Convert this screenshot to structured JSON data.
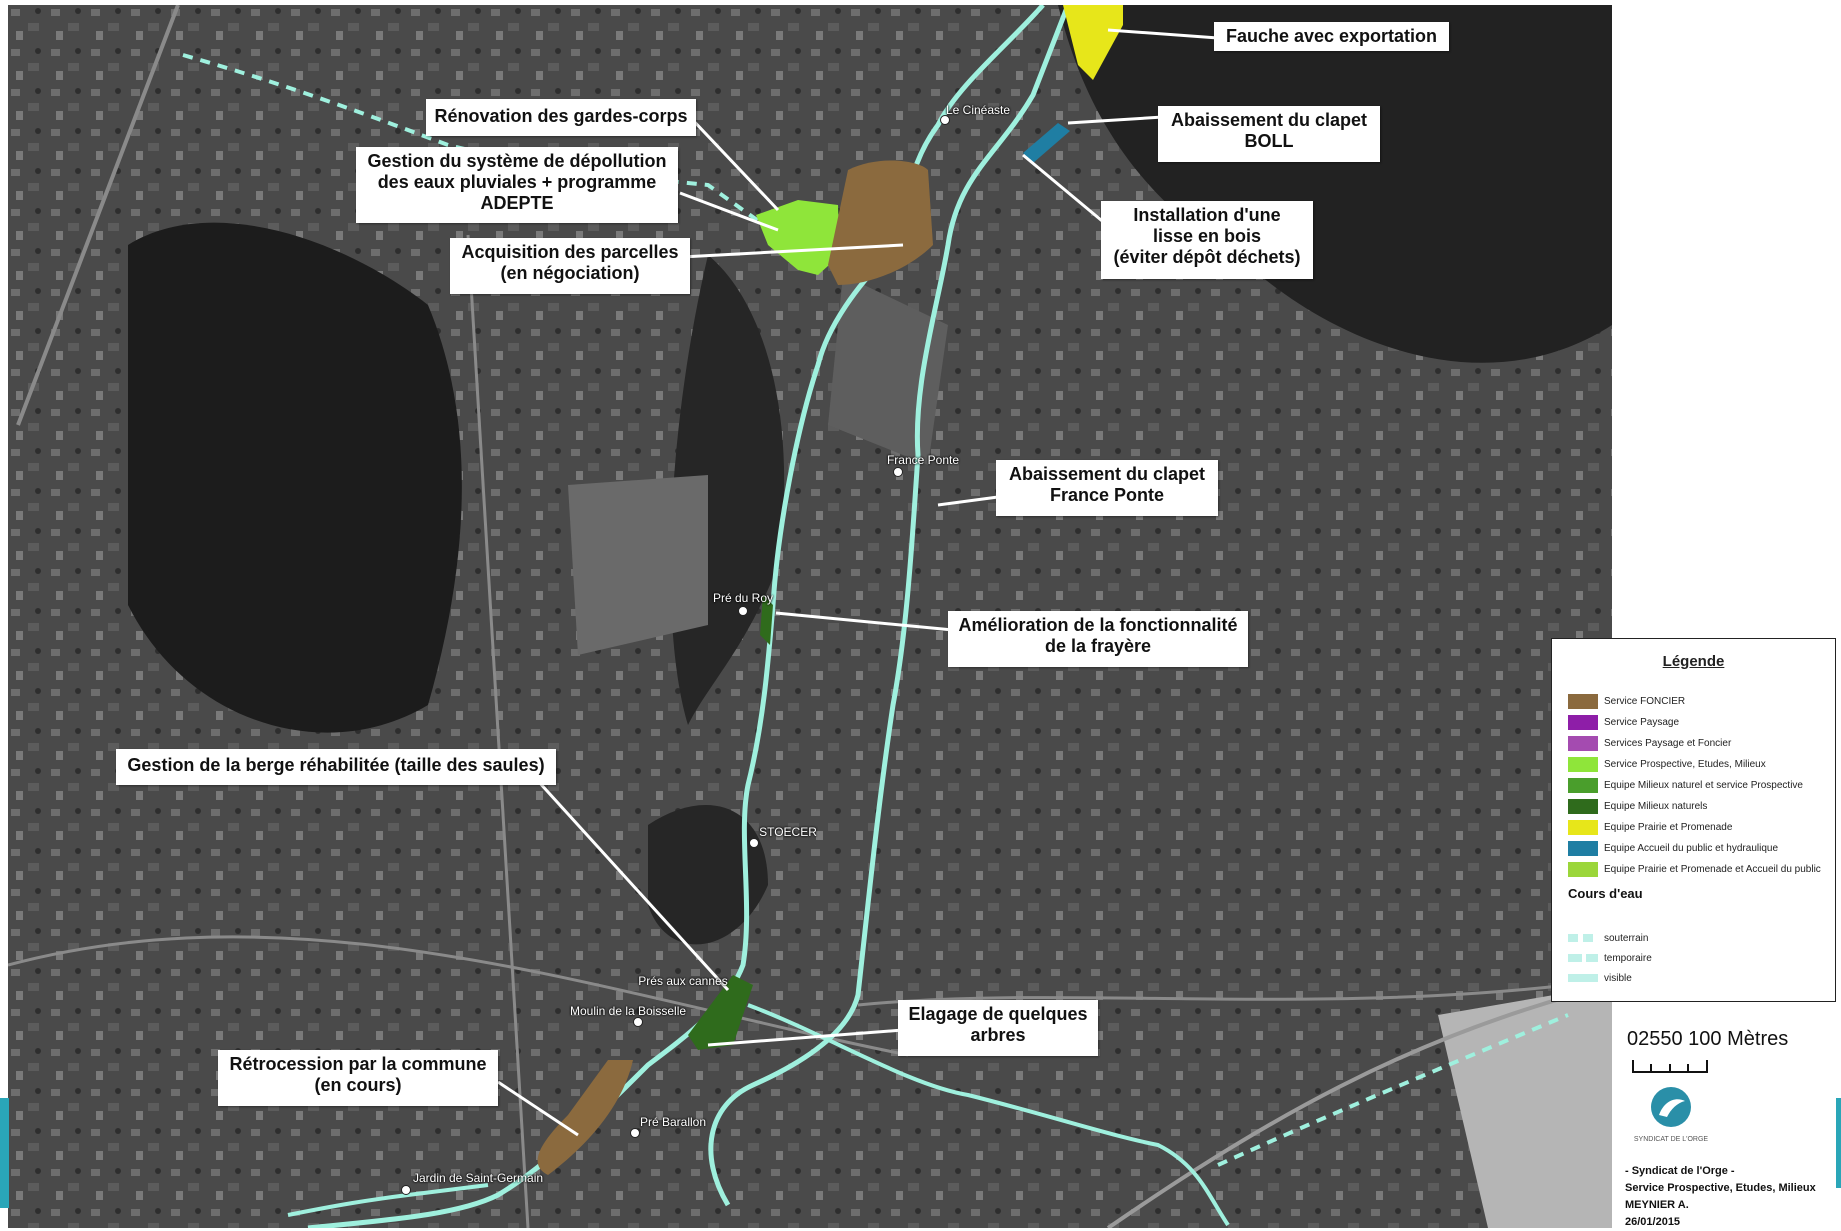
{
  "callouts": {
    "fauche": [
      "Fauche avec exportation"
    ],
    "clapet_boll": [
      "Abaissement du clapet",
      "BOLL"
    ],
    "gardes_corps": [
      "Rénovation des gardes-corps"
    ],
    "depollution": [
      "Gestion du système de dépollution",
      "des eaux pluviales + programme",
      "ADEPTE"
    ],
    "acquisition": [
      "Acquisition des parcelles",
      "(en négociation)"
    ],
    "lisse": [
      "Installation d'une",
      "lisse en bois",
      "(éviter dépôt déchets)"
    ],
    "clapet_france": [
      "Abaissement du clapet",
      "France Ponte"
    ],
    "frayere": [
      "Amélioration de la fonctionnalité",
      "de la frayère"
    ],
    "berge": [
      "Gestion de la berge réhabilitée (taille des saules)"
    ],
    "elagage": [
      "Elagage de quelques",
      "arbres"
    ],
    "retrocession": [
      "Rétrocession par la commune",
      "(en cours)"
    ]
  },
  "places": {
    "cineaste": "Le Cinéaste",
    "france_ponte": "France Ponte",
    "pre_du_roy": "Pré du Roy",
    "stoecer": "STOECER",
    "pres_aux_cannes": "Prés aux cannes",
    "moulin": "Moulin de la Boisselle",
    "pre_barallon": "Pré Barallon",
    "jardin": "Jardin de Saint-Germain"
  },
  "legend": {
    "title": "Légende",
    "items": [
      {
        "label": "Service FONCIER",
        "color": "#8b6a3e"
      },
      {
        "label": "Service Paysage",
        "color": "#8e1ea8"
      },
      {
        "label": "Services Paysage et Foncier",
        "color": "#a44bb0"
      },
      {
        "label": "Service Prospective, Etudes, Milieux",
        "color": "#8fe53a"
      },
      {
        "label": "Equipe Milieux naturel et service Prospective",
        "color": "#4a9e2c"
      },
      {
        "label": "Equipe Milieux naturels",
        "color": "#2f6b1c"
      },
      {
        "label": "Equipe Prairie et Promenade",
        "color": "#e7e61a"
      },
      {
        "label": "Equipe Accueil du public et hydraulique",
        "color": "#1f7ea3"
      },
      {
        "label": "Equipe Prairie et Promenade et Accueil du public",
        "color": "#9bd63a"
      }
    ],
    "cours_title": "Cours d'eau",
    "cours": [
      {
        "label": "souterrain",
        "color": "#bff0e8"
      },
      {
        "label": "temporaire",
        "color": "#bff0e8"
      },
      {
        "label": "visible",
        "color": "#bff0e8"
      }
    ]
  },
  "scale": {
    "label": "02550 100 Mètres"
  },
  "logo": {
    "text": "SYNDICAT DE L'ORGE"
  },
  "footer": {
    "lines": [
      "- Syndicat de l'Orge -",
      "Service Prospective, Etudes, Milieux",
      "MEYNIER A.",
      "26/01/2015"
    ]
  }
}
